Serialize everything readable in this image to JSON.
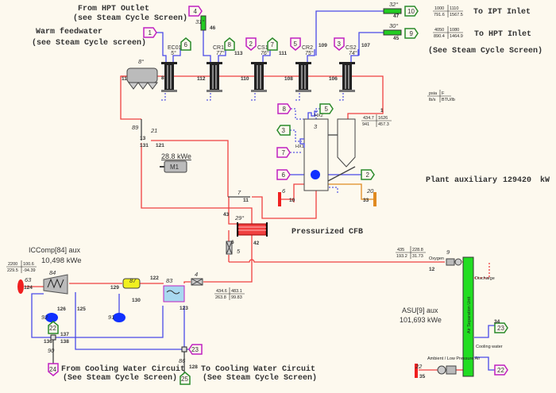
{
  "annotations": {
    "from_hpt": "From HPT Outlet",
    "from_hpt_sub": "(see Steam Cycle Screen)",
    "warm_fw": "Warm feedwater",
    "warm_fw_sub": "(see Steam Cycle screen)",
    "to_ipt": "To IPT Inlet",
    "to_hpt": "To HPT Inlet",
    "see_sc": "(See Steam Cycle Screen)",
    "plant_aux_label": "Plant auxiliary",
    "plant_aux_value": "129420",
    "plant_aux_unit": "kW",
    "pcfb": "Pressurized CFB",
    "iccomp_label": "ICComp[84] aux",
    "iccomp_value": "10,498 kWe",
    "asu_label": "ASU[9] aux",
    "asu_value": "101,693 kWe",
    "from_cw": "From Cooling Water Circuit",
    "from_cw_sub": "(See Steam Cycle Screen)",
    "to_cw": "To Cooling Water Circuit",
    "to_cw_sub": "(See Steam Cycle Screen)",
    "motor_power": "28.8 kWe"
  },
  "components": {
    "heat_exchangers": [
      "EC01",
      "CR1",
      "CS1",
      "CR2",
      "CS2"
    ],
    "heat_exchanger_ids": [
      "5°",
      "77°",
      "76°",
      "75°",
      "74°"
    ],
    "motor": "M1",
    "hx2": "HX2",
    "hx1": "HX1",
    "asu": "Air Separation Unit",
    "oxygen": "Oxygen",
    "discharge": "Discharge",
    "cooling_water": "Cooling water",
    "ambient_air": "Ambient / Low Pressure Air"
  },
  "component_ids": [
    "8°",
    "31°",
    "32°",
    "30°",
    "89",
    "21",
    "7",
    "6",
    "20",
    "29°",
    "5",
    "9",
    "84",
    "63",
    "87",
    "83",
    "4",
    "92",
    "91",
    "90",
    "86",
    "22",
    "3"
  ],
  "stream_labels": [
    "11",
    "8",
    "112",
    "110",
    "108",
    "106",
    "46",
    "47",
    "45",
    "113",
    "111",
    "109",
    "107",
    "1",
    "13",
    "131",
    "121",
    "11",
    "10",
    "33",
    "43",
    "6",
    "42",
    "12",
    "124",
    "129",
    "130",
    "122",
    "123",
    "126",
    "125",
    "137",
    "136",
    "138",
    "128",
    "34",
    "35"
  ],
  "tags": [
    {
      "label": "1",
      "kind": "inlet"
    },
    {
      "label": "4",
      "kind": "inlet"
    },
    {
      "label": "6",
      "kind": "outlet"
    },
    {
      "label": "8",
      "kind": "outlet"
    },
    {
      "label": "2",
      "kind": "inlet"
    },
    {
      "label": "7",
      "kind": "outlet"
    },
    {
      "label": "5",
      "kind": "inlet"
    },
    {
      "label": "3",
      "kind": "inlet"
    },
    {
      "label": "10",
      "kind": "outlet"
    },
    {
      "label": "9",
      "kind": "outlet"
    },
    {
      "label": "8",
      "kind": "inlet"
    },
    {
      "label": "5",
      "kind": "outlet"
    },
    {
      "label": "3",
      "kind": "outlet"
    },
    {
      "label": "7",
      "kind": "inlet"
    },
    {
      "label": "6",
      "kind": "inlet"
    },
    {
      "label": "2",
      "kind": "outlet"
    },
    {
      "label": "22",
      "kind": "outlet"
    },
    {
      "label": "23",
      "kind": "inlet"
    },
    {
      "label": "24",
      "kind": "inlet"
    },
    {
      "label": "25",
      "kind": "outlet"
    },
    {
      "label": "23",
      "kind": "outlet"
    },
    {
      "label": "22",
      "kind": "inlet"
    }
  ],
  "state_tables": [
    {
      "p": "1000",
      "t": "1110",
      "m": "791.6",
      "h": "1567.5"
    },
    {
      "p": "4050",
      "t": "1080",
      "m": "890.4",
      "h": "1464.9"
    },
    {
      "p": "434.7",
      "t": "1626",
      "m": "941",
      "h": "457.3"
    },
    {
      "p": "435",
      "t": "228.8",
      "m": "193.2",
      "h": "31.73"
    },
    {
      "p": "434.6",
      "t": "483.1",
      "m": "263.8",
      "h": "99.83"
    },
    {
      "p": "2200",
      "t": "100.6",
      "m": "229.5",
      "h": "-94.39"
    }
  ],
  "units": {
    "p": "psia",
    "t": "F",
    "m": "lb/s",
    "h": "BTU/lb"
  },
  "colors": {
    "flue_gas": "#f04040",
    "water": "#4a4ae8",
    "inlet_tag": "#c020c0",
    "outlet_tag": "#2a8a2a",
    "asu": "#22dd22",
    "stream_label": "#e02020",
    "component_label": "#3030a0",
    "background": "#fdf9ee"
  }
}
